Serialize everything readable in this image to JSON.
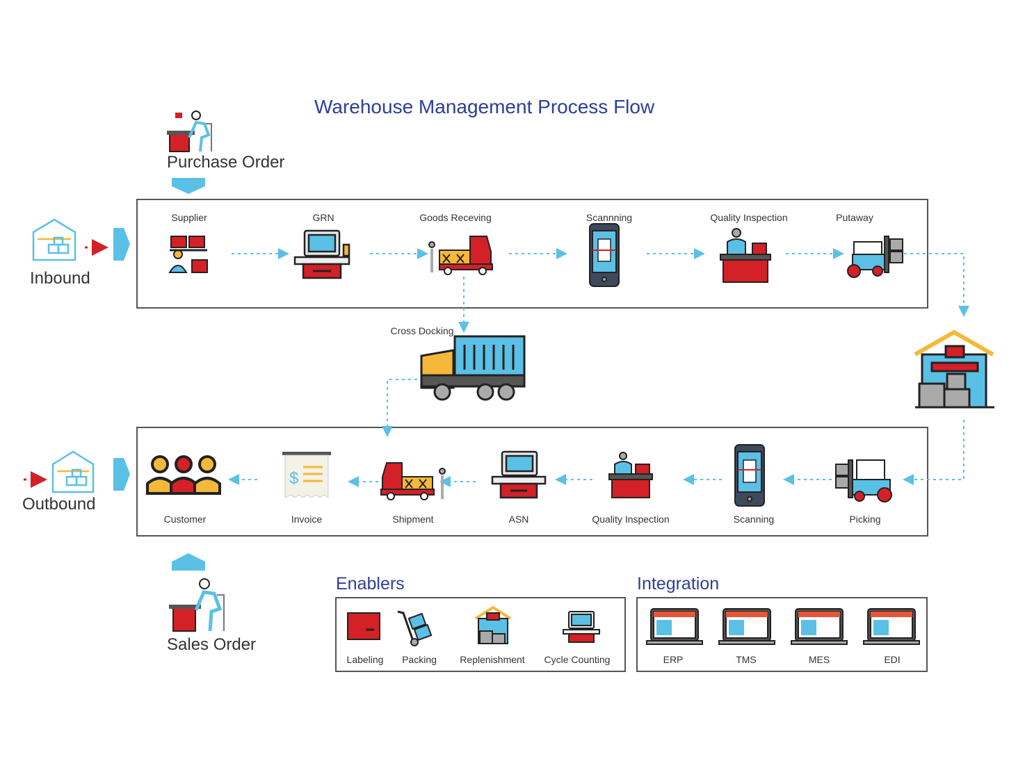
{
  "title": "Warehouse Management Process Flow",
  "purchase_order": "Purchase Order",
  "sales_order": "Sales Order",
  "inbound": "Inbound",
  "outbound": "Outbound",
  "cross_docking": "Cross Docking",
  "inbound_steps": [
    "Supplier",
    "GRN",
    "Goods Receving",
    "Scannning",
    "Quality Inspection",
    "Putaway"
  ],
  "outbound_steps": [
    "Customer",
    "Invoice",
    "Shipment",
    "ASN",
    "Quality Inspection",
    "Scanning",
    "Picking"
  ],
  "enablers": {
    "heading": "Enablers",
    "items": [
      "Labeling",
      "Packing",
      "Replenishment",
      "Cycle Counting"
    ]
  },
  "integration": {
    "heading": "Integration",
    "items": [
      "ERP",
      "TMS",
      "MES",
      "EDI"
    ]
  },
  "colors": {
    "accent_blue": "#2b3f98",
    "light_blue": "#5bc0e6",
    "red": "#d42027",
    "dark": "#222222",
    "yellow": "#f5b839"
  }
}
